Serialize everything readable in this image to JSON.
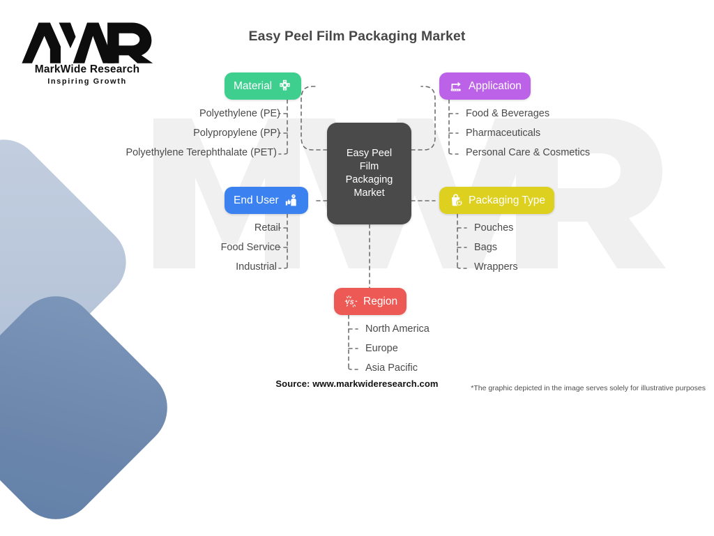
{
  "brand": {
    "logo_mark": "MWR",
    "name": "MarkWide Research",
    "tagline": "Inspiring Growth",
    "watermark": "MWR"
  },
  "header": {
    "title": "Easy Peel Film Packaging Market"
  },
  "center": {
    "label": "Easy Peel Film Packaging Market",
    "lines": [
      "Easy Peel",
      "Film",
      "Packaging",
      "Market"
    ],
    "color": "#4a4a4a"
  },
  "branches": [
    {
      "id": "material",
      "label": "Material",
      "icon": "cross-molecule-icon",
      "color": "#3ecf8e",
      "side": "left",
      "items": [
        "Polyethylene (PE)",
        "Polypropylene (PP)",
        "Polyethylene Terephthalate (PET)"
      ]
    },
    {
      "id": "application",
      "label": "Application",
      "icon": "export-arrow-icon",
      "color": "#bc62e8",
      "side": "right",
      "items": [
        "Food & Beverages",
        "Pharmaceuticals",
        "Personal Care & Cosmetics"
      ]
    },
    {
      "id": "end-user",
      "label": "End User",
      "icon": "user-thumbsup-icon",
      "color": "#3b82f0",
      "side": "left",
      "items": [
        "Retail",
        "Food Service",
        "Industrial"
      ]
    },
    {
      "id": "packaging-type",
      "label": "Packaging Type",
      "icon": "bag-lock-icon",
      "color": "#ddd01f",
      "side": "right",
      "items": [
        "Pouches",
        "Bags",
        "Wrappers"
      ]
    },
    {
      "id": "region",
      "label": "Region",
      "icon": "versus-icon",
      "color": "#ed5a55",
      "side": "bottom",
      "items": [
        "North America",
        "Europe",
        "Asia Pacific"
      ]
    }
  ],
  "footer": {
    "source": "Source: www.markwideresearch.com",
    "disclaimer": "*The graphic depicted in the image serves solely for illustrative purposes"
  },
  "colors": {
    "connector": "#6e6e6e",
    "text": "#4a4a4a",
    "background": "#ffffff",
    "shape_light": "#c3cfe0",
    "shape_dark": "#7d97bb"
  }
}
